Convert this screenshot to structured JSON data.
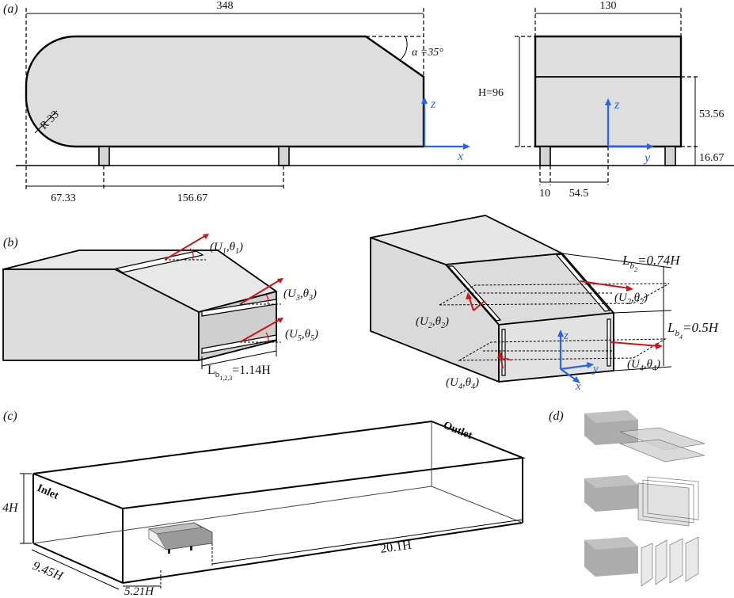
{
  "panels": {
    "a": {
      "label": "(a)"
    },
    "b": {
      "label": "(b)"
    },
    "c": {
      "label": "(c)"
    },
    "d": {
      "label": "(d)"
    }
  },
  "panel_a": {
    "length": "348",
    "width": "130",
    "height": "H=96",
    "angle": "α =35°",
    "radius": "R 33",
    "wheel_front": "67.33",
    "wheelbase": "156.67",
    "wheel_w": "10",
    "wheel_track": "54.5",
    "upper_h": "53.56",
    "clearance": "16.67",
    "axis_z": "z",
    "axis_x": "x",
    "axis_y": "y"
  },
  "panel_b": {
    "u1": "(U",
    "u1_sub": "1",
    "u1_theta": ",θ",
    "u1_theta_sub": "1",
    "u1_close": ")",
    "u3": "(U",
    "u3_sub": "3",
    "u3_theta": ",θ",
    "u3_theta_sub": "3",
    "u3_close": ")",
    "u5": "(U",
    "u5_sub": "5",
    "u5_theta": ",θ",
    "u5_theta_sub": "5",
    "u5_close": ")",
    "lb123_main": "L",
    "lb123_sub": "b",
    "lb123_subsub": "1,2,3",
    "lb123_val": "=1.14H",
    "lb2_main": "L",
    "lb2_sub": "b",
    "lb2_subsub": "2",
    "lb2_val": "=0.74H",
    "lb4_main": "L",
    "lb4_sub": "b",
    "lb4_subsub": "4",
    "lb4_val": "=0.5H",
    "u2_right": "(U",
    "u2_right_sub": "2",
    "u2_right_theta": ",θ",
    "u2_right_theta_sub": "2",
    "u2_right_close": ")",
    "u2_left": "(U",
    "u2_left_sub": "2",
    "u2_left_theta": ",θ",
    "u2_left_theta_sub": "2",
    "u2_left_close": ")",
    "u4_right": "(U",
    "u4_right_sub": "4",
    "u4_right_theta": ",θ",
    "u4_right_theta_sub": "4",
    "u4_right_close": ")",
    "u4_left": "(U",
    "u4_left_sub": "4",
    "u4_left_theta": ",θ",
    "u4_left_theta_sub": "4",
    "u4_left_close": ")",
    "axis_z": "z",
    "axis_y": "y",
    "axis_x": "x"
  },
  "panel_c": {
    "inlet": "Inlet",
    "outlet": "Outlet",
    "height": "4H",
    "width": "9.45H",
    "upstream": "5.21H",
    "downstream": "20.1H"
  }
}
